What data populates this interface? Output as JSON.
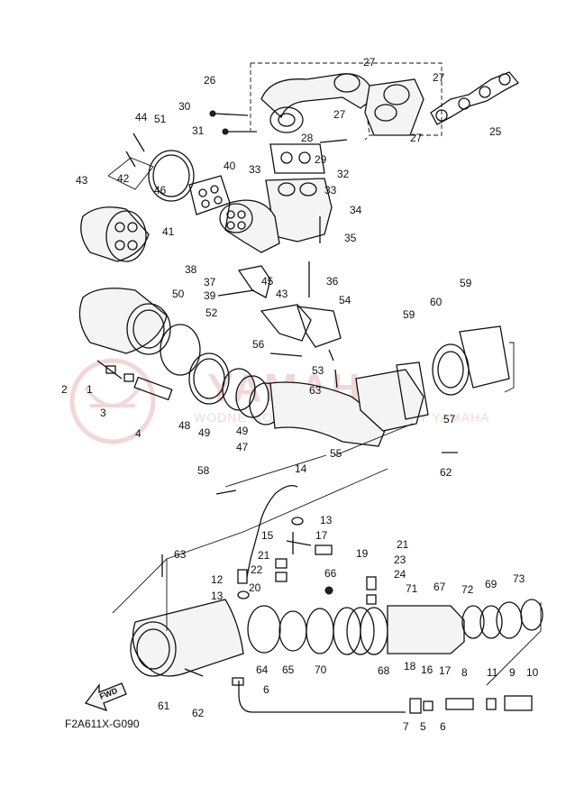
{
  "diagram": {
    "code": "F2A611X-G090",
    "fwd_label": "FWD",
    "watermark_lines": [
      "YAMAHA",
      "WODNE MOTO I WIDZ | DEALERZY YAMAHA"
    ],
    "callouts": [
      "1",
      "2",
      "3",
      "4",
      "5",
      "6",
      "6",
      "7",
      "8",
      "9",
      "10",
      "11",
      "12",
      "13",
      "13",
      "14",
      "15",
      "16",
      "17",
      "17",
      "18",
      "19",
      "20",
      "21",
      "21",
      "22",
      "23",
      "24",
      "25",
      "26",
      "27",
      "27",
      "27",
      "27",
      "28",
      "29",
      "30",
      "31",
      "32",
      "33",
      "33",
      "34",
      "35",
      "36",
      "37",
      "38",
      "39",
      "40",
      "41",
      "42",
      "43",
      "43",
      "44",
      "45",
      "46",
      "47",
      "48",
      "49",
      "49",
      "50",
      "51",
      "52",
      "53",
      "54",
      "55",
      "56",
      "57",
      "58",
      "59",
      "59",
      "60",
      "61",
      "62",
      "62",
      "63",
      "63",
      "64",
      "65",
      "66",
      "67",
      "68",
      "69",
      "70",
      "71",
      "72",
      "73"
    ],
    "accent_color": "#111111",
    "watermark_color": "#c02020"
  }
}
